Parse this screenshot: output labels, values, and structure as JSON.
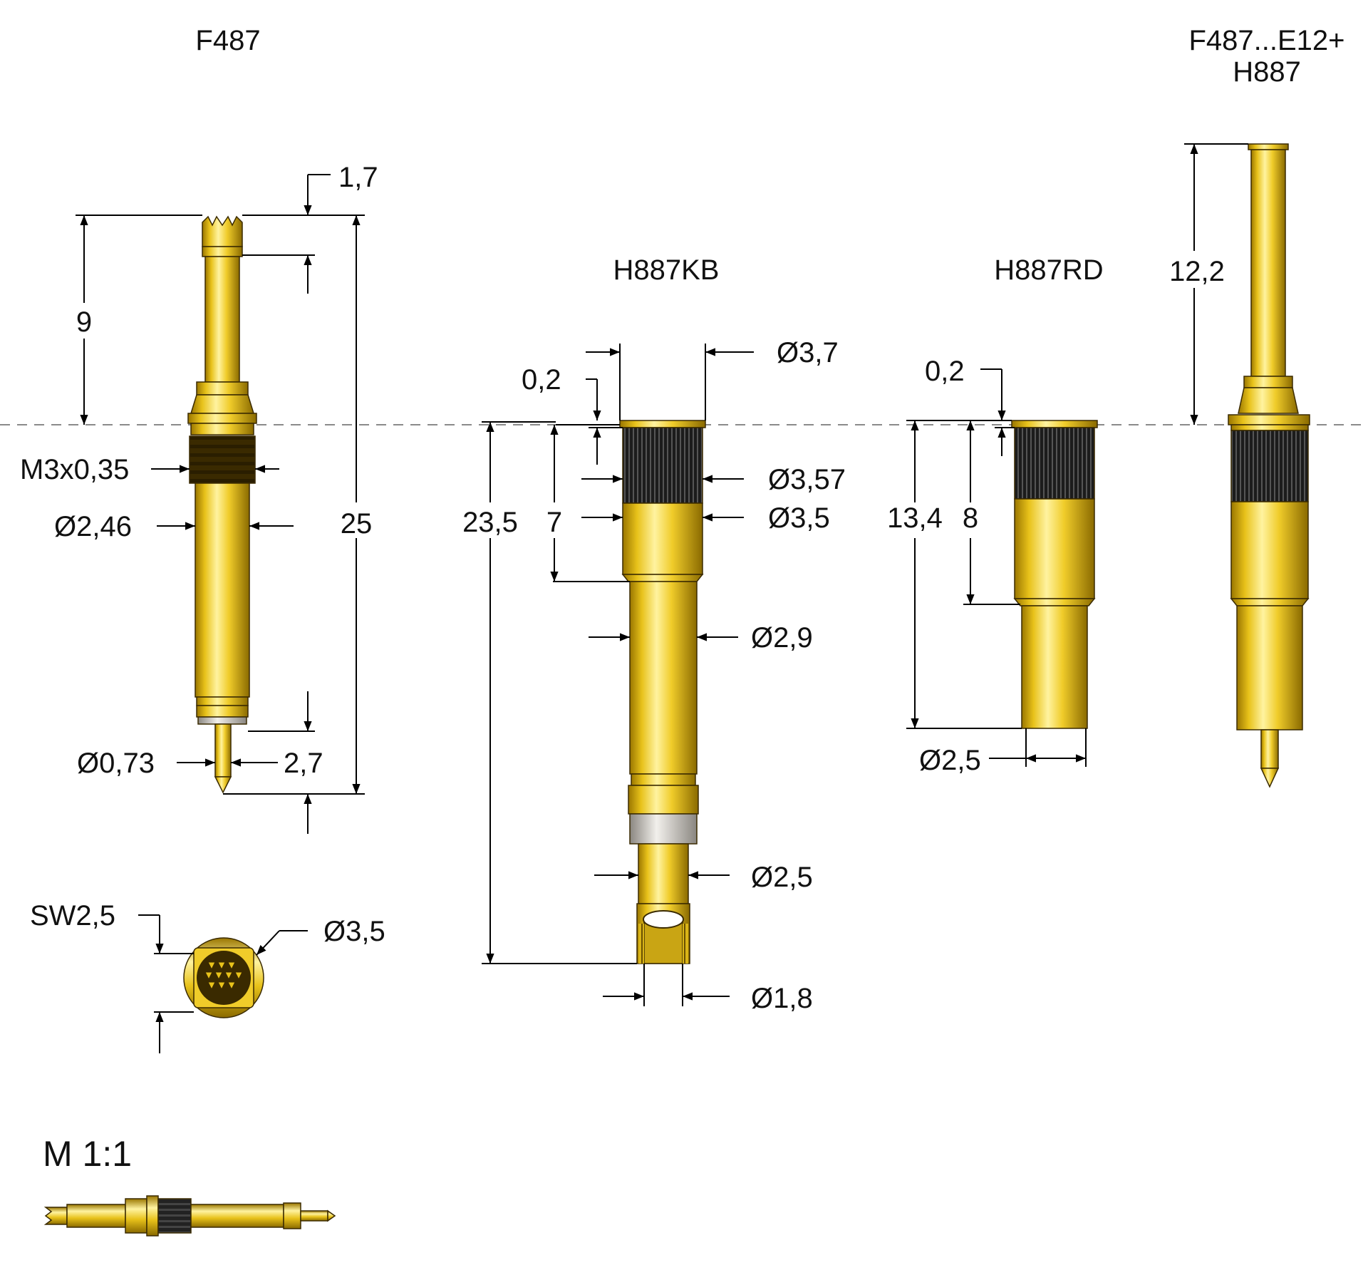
{
  "colors": {
    "gold_light": "#fff3a0",
    "gold_mid": "#e8c21a",
    "gold_dark": "#8a6a00",
    "dark_knurl": "#1a1a1a",
    "silver": "#c8c4bc",
    "centerline": "#8a8a8a"
  },
  "titles": {
    "f487": "F487",
    "h887kb": "H887KB",
    "h887rd": "H887RD",
    "assembly_line1": "F487...E12+",
    "assembly_line2": "H887"
  },
  "f487_dims": {
    "tip_offset": "1,7",
    "head_length": "9",
    "total_length": "25",
    "thread": "M3x0,35",
    "body_dia": "2,46",
    "pin_dia": "0,73",
    "pin_length": "2,7"
  },
  "end_view": {
    "wrench_size": "SW2,5",
    "outer_dia": "3,5"
  },
  "h887kb_dims": {
    "collar_offset": "0,2",
    "collar_dia": "3,7",
    "knurl_dia": "3,57",
    "press_dia": "3,5",
    "total_length": "23,5",
    "knurl_length": "7",
    "shaft_dia": "2,9",
    "tail_dia": "2,5",
    "bore_dia": "1,8"
  },
  "h887rd_dims": {
    "collar_offset": "0,2",
    "total_length": "13,4",
    "knurl_length": "8",
    "tail_dia": "2,5"
  },
  "assembly_dims": {
    "protrusion": "12,2"
  },
  "scale": {
    "label": "M 1:1"
  }
}
